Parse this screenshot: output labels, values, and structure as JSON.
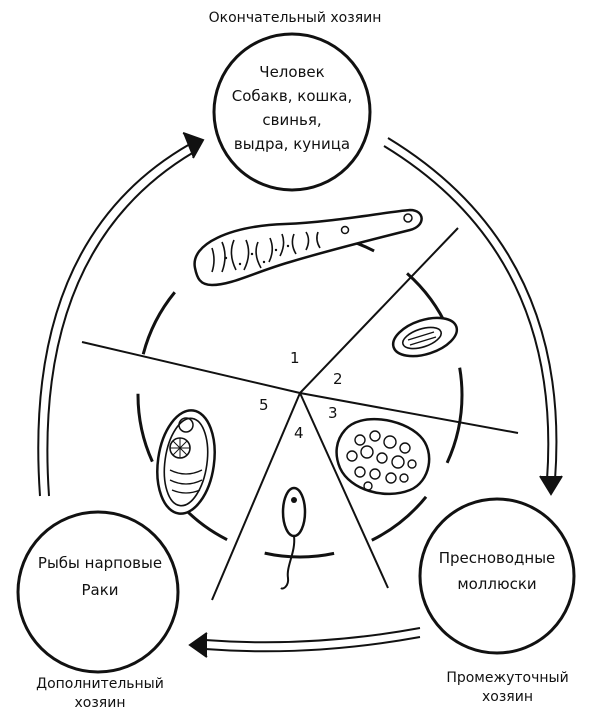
{
  "definitive_host": {
    "title": "Окончательный хозяин",
    "lines": [
      "Человек",
      "Собакв, кошка,",
      "свинья,",
      "выдра, куница"
    ]
  },
  "intermediate_host": {
    "title_lines": [
      "Промежуточный",
      "хозяин"
    ],
    "lines": [
      "Пресноводные",
      "моллюски"
    ]
  },
  "additional_host": {
    "title_lines": [
      "Дополнительный",
      "хозяин"
    ],
    "lines": [
      "Рыбы нарповые",
      "Раки"
    ]
  },
  "stages": [
    "1",
    "2",
    "3",
    "4",
    "5"
  ],
  "colors": {
    "ink": "#111111",
    "background": "#ffffff"
  },
  "icons": [
    "adult-fluke-icon",
    "egg-icon",
    "sporocyst-icon",
    "cercaria-icon",
    "metacercaria-cyst-icon"
  ]
}
